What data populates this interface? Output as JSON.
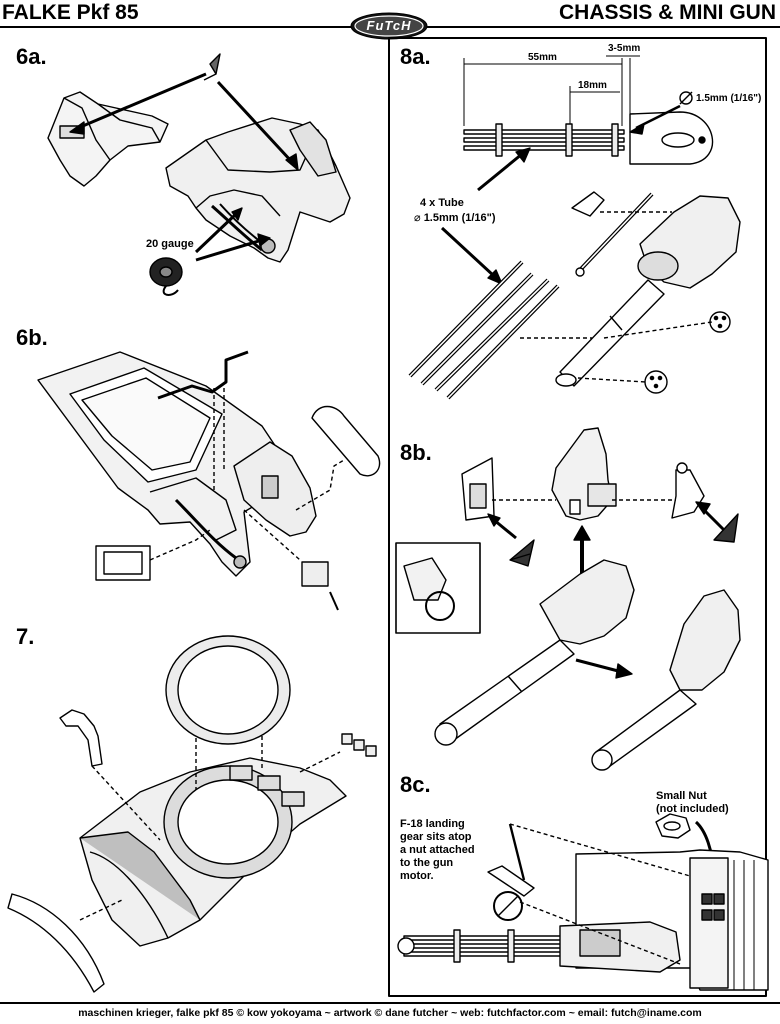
{
  "header": {
    "left_title": "FALKE Pkf 85",
    "right_title": "CHASSIS & MINI GUN",
    "logo": "FuTcH"
  },
  "steps": {
    "s6a": "6a.",
    "s6b": "6b.",
    "s7": "7.",
    "s8a": "8a.",
    "s8b": "8b.",
    "s8c": "8c."
  },
  "labels": {
    "wire_gauge": "20 gauge",
    "dim_55": "55mm",
    "dim_35": "3-5mm",
    "dim_18": "18mm",
    "rod_dia": "1.5mm (1/16\")",
    "tube_count": "4 x Tube",
    "tube_dia": "1.5mm (1/16\")",
    "small_nut_1": "Small Nut",
    "small_nut_2": "(not included)",
    "landing_1": "F-18 landing",
    "landing_2": "gear sits atop",
    "landing_3": "a nut attached",
    "landing_4": "to the gun",
    "landing_5": "motor."
  },
  "footer": {
    "credits": "maschinen krieger, falke pkf 85 © kow yokoyama  ~  artwork © dane futcher  ~  web: futchfactor.com  ~  email: futch@iname.com"
  }
}
